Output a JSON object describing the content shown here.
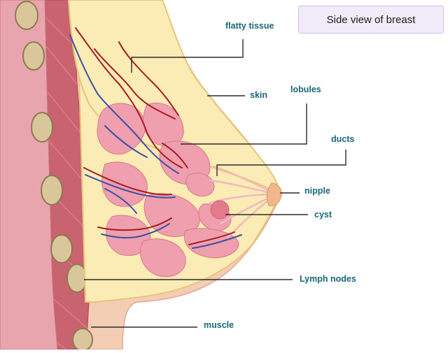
{
  "diagram": {
    "title": "Side view of breast",
    "labels": {
      "fatty_tissue": "flatty tissue",
      "skin": "skin",
      "lobules": "lobules",
      "ducts": "ducts",
      "nipple": "nipple",
      "cyst": "cyst",
      "lymph_nodes": "Lymph nodes",
      "muscle": "muscle"
    }
  },
  "colors": {
    "skin_outer": "#f2c9b0",
    "muscle": "#c9616d",
    "fat": "#faeab4",
    "lobule": "#ef9fae",
    "label_text": "#17677a",
    "artery": "#a81c25",
    "vein": "#3f4fa6",
    "title_box_bg": "#f2ecfa"
  }
}
